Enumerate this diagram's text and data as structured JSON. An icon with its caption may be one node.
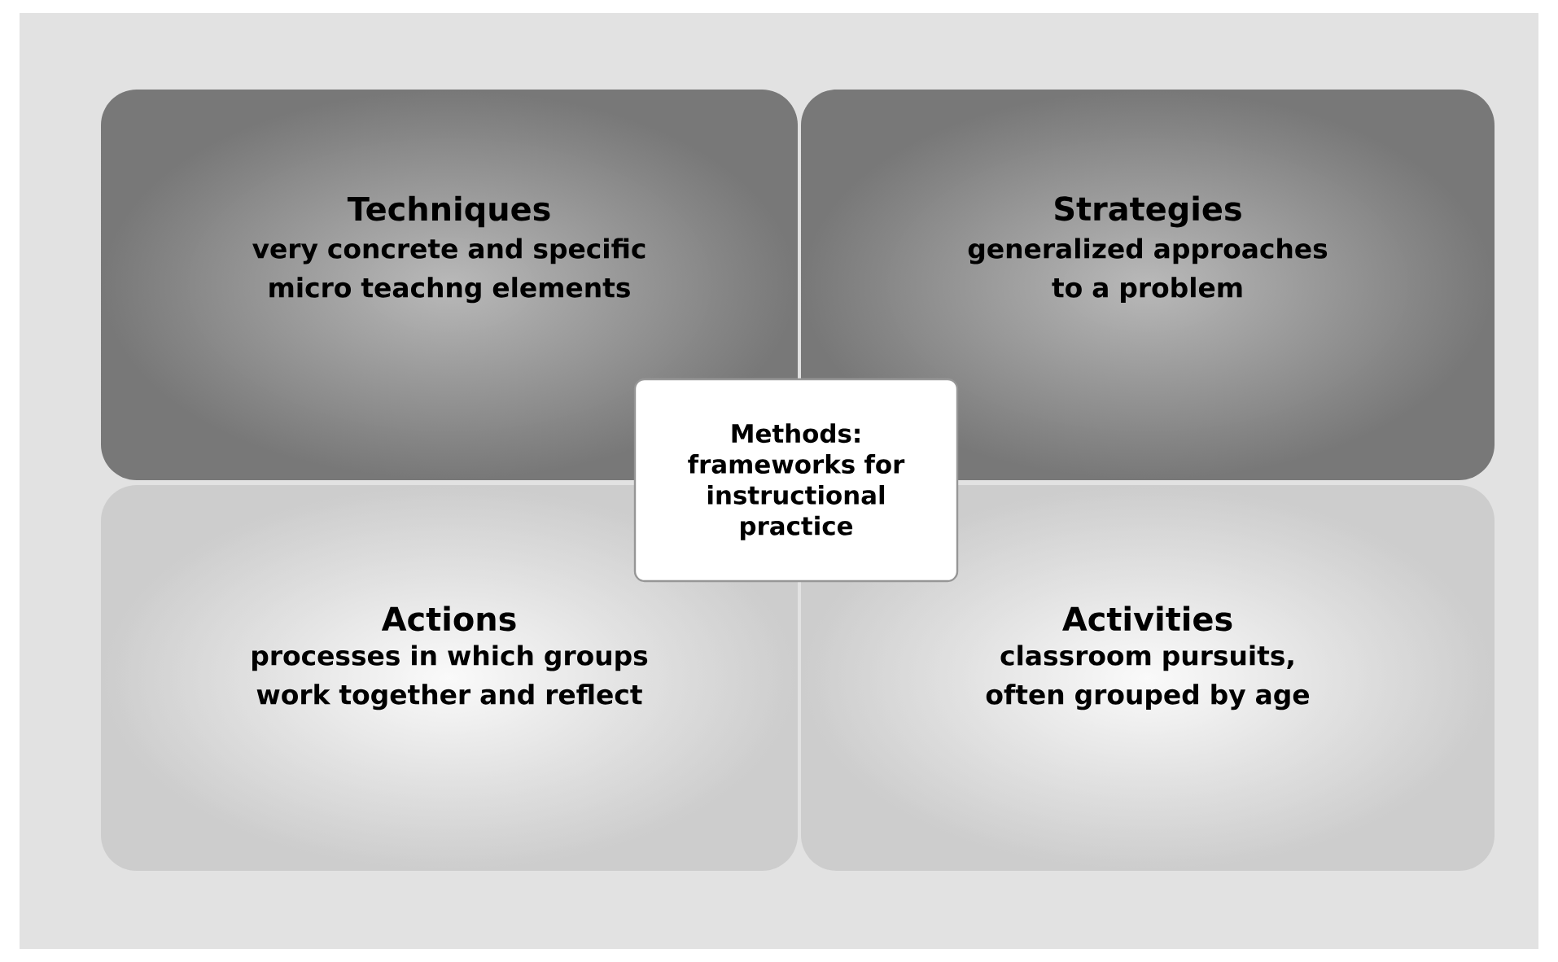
{
  "diagram": {
    "nodes": [
      {
        "text": [
          "Techniques",
          "very concrete and specific micro teachng elements"
        ]
      },
      {
        "text": [
          "Strategies",
          "generalized approaches to a problem"
        ]
      },
      {
        "text": [
          "Methods: frameworks for instructional practice"
        ]
      },
      {
        "text": [
          "Actions",
          "processes in which groups work together and reflect"
        ]
      },
      {
        "text": [
          "Activities",
          "classroom pursuits, often grouped by age"
        ]
      }
    ],
    "edges": []
  }
}
